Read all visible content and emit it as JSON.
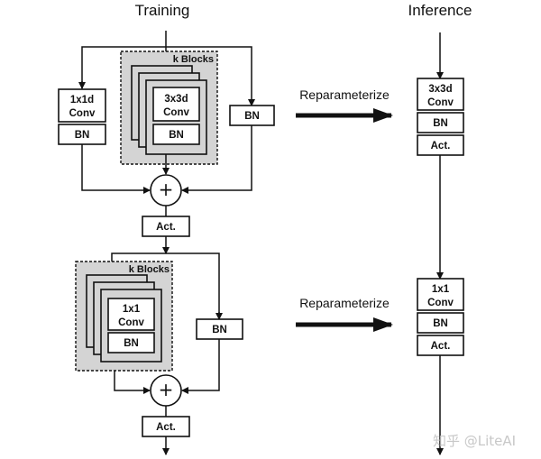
{
  "titles": {
    "training": "Training",
    "inference": "Inference"
  },
  "training": {
    "stage1": {
      "branch_left": {
        "conv": [
          "1x1d",
          "Conv"
        ],
        "bn": "BN"
      },
      "branch_center": {
        "group_label": "k Blocks",
        "conv": [
          "3x3d",
          "Conv"
        ],
        "bn": "BN"
      },
      "branch_right": {
        "bn": "BN"
      },
      "sum_symbol": "+",
      "activation": "Act."
    },
    "stage2": {
      "branch_center": {
        "group_label": "k Blocks",
        "conv": [
          "1x1",
          "Conv"
        ],
        "bn": "BN"
      },
      "branch_right": {
        "bn": "BN"
      },
      "sum_symbol": "+",
      "activation": "Act."
    }
  },
  "reparameterize": {
    "top_label": "Reparameterize",
    "bottom_label": "Reparameterize"
  },
  "inference": {
    "stage1": {
      "conv": [
        "3x3d",
        "Conv"
      ],
      "bn": "BN",
      "activation": "Act."
    },
    "stage2": {
      "conv": [
        "1x1",
        "Conv"
      ],
      "bn": "BN",
      "activation": "Act."
    }
  },
  "watermark": "知乎 @LiteAI"
}
